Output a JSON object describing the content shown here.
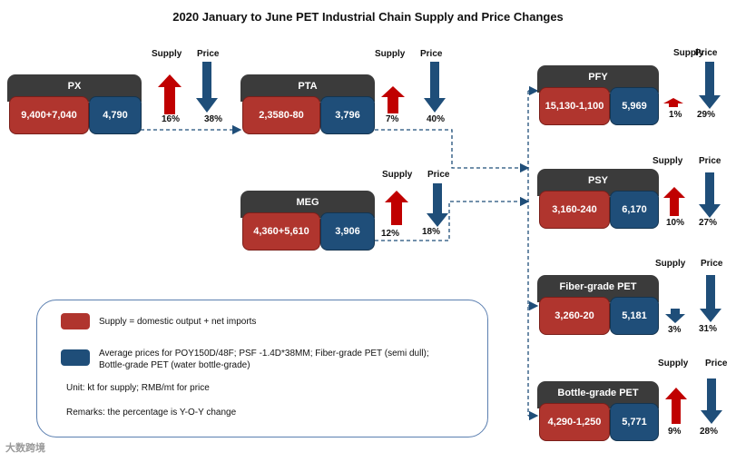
{
  "title": "2020 January to June PET Industrial Chain Supply and Price Changes",
  "labels": {
    "supply": "Supply",
    "price": "Price"
  },
  "nodes": {
    "px": {
      "name": "PX",
      "supply": "9,400+7,040",
      "price": "4,790",
      "supply_change": "16%",
      "price_change": "38%",
      "supply_change_pct": 16,
      "price_change_pct": 38
    },
    "pta": {
      "name": "PTA",
      "supply": "2,3580-80",
      "price": "3,796",
      "supply_change": "7%",
      "price_change": "40%",
      "supply_change_pct": 7,
      "price_change_pct": 40
    },
    "meg": {
      "name": "MEG",
      "supply": "4,360+5,610",
      "price": "3,906",
      "supply_change": "12%",
      "price_change": "18%",
      "supply_change_pct": 12,
      "price_change_pct": 18
    },
    "pfy": {
      "name": "PFY",
      "supply": "15,130-1,100",
      "price": "5,969",
      "supply_change": "1%",
      "price_change": "29%",
      "supply_change_pct": 1,
      "price_change_pct": 29
    },
    "psy": {
      "name": "PSY",
      "supply": "3,160-240",
      "price": "6,170",
      "supply_change": "10%",
      "price_change": "27%",
      "supply_change_pct": 10,
      "price_change_pct": 27
    },
    "fiber": {
      "name": "Fiber-grade PET",
      "supply": "3,260-20",
      "price": "5,181",
      "supply_change": "3%",
      "price_change": "31%",
      "supply_change_pct": 3,
      "price_change_pct": 31
    },
    "bottle": {
      "name": "Bottle-grade PET",
      "supply": "4,290-1,250",
      "price": "5,771",
      "supply_change": "9%",
      "price_change": "28%",
      "supply_change_pct": 9,
      "price_change_pct": 28
    }
  },
  "legend": {
    "supply_text": "Supply = domestic output + net imports",
    "price_text_1": "Average prices for POY150D/48F; PSF -1.4D*38MM; Fiber-grade PET (semi dull);",
    "price_text_2": "Bottle-grade PET (water bottle-grade)",
    "unit_text": "Unit: kt for supply; RMB/mt for price",
    "remarks_text": "Remarks: the percentage is Y-O-Y change"
  },
  "watermark": "大数跨境",
  "colors": {
    "supply": "#b0352e",
    "price": "#1f4e79",
    "header": "#3b3b3b",
    "connector": "#1f4e79"
  }
}
